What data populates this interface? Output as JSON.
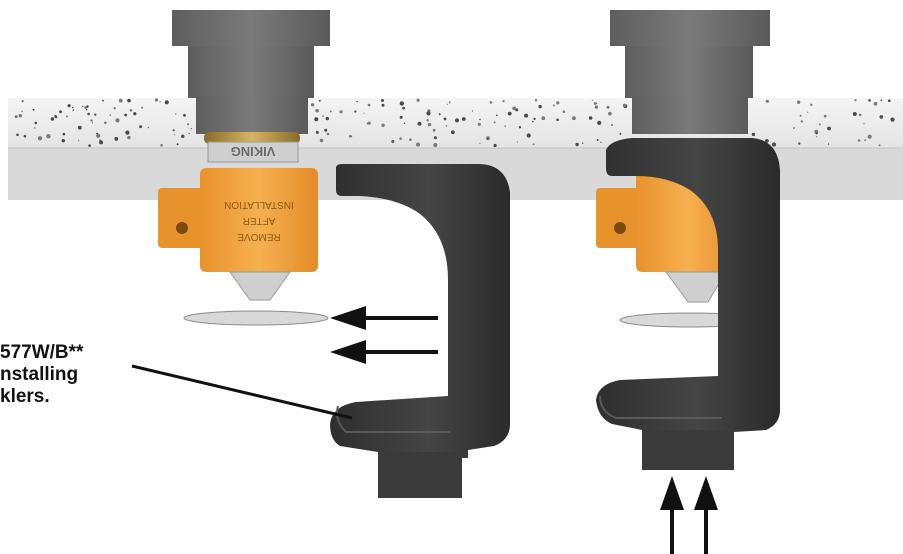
{
  "callout": {
    "line1": "577W/B**",
    "line2": "nstalling",
    "line3": "klers."
  },
  "sprinkler": {
    "brand": "VIKING",
    "cap_text": [
      "REMOVE",
      "AFTER",
      "INSTALLATION"
    ]
  },
  "colors": {
    "concrete": "#ececec",
    "pipe": "#6f6f6f",
    "tool": "#3a3a3a",
    "cap": "#f0a13c",
    "arrow": "#111111"
  }
}
